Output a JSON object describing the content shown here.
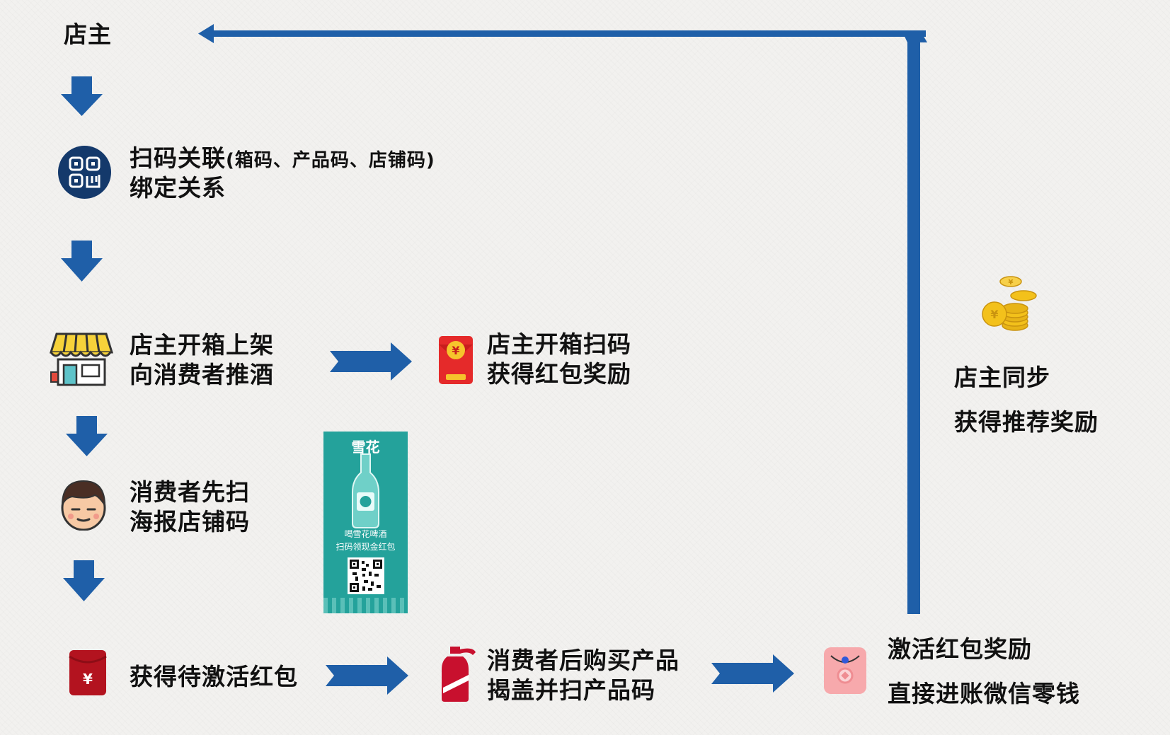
{
  "owner_label": "店主",
  "step_bind": {
    "line1": "扫码关联",
    "line1_suffix": "(箱码、产品码、店铺码)",
    "line2": "绑定关系"
  },
  "step_shelf": {
    "line1": "店主开箱上架",
    "line2": "向消费者推酒"
  },
  "step_owner_reward": {
    "line1": "店主开箱扫码",
    "line2": "获得红包奖励"
  },
  "step_consumer_scan": {
    "line1": "消费者先扫",
    "line2": "海报店铺码"
  },
  "step_pending": {
    "line1": "获得待激活红包"
  },
  "step_buy": {
    "line1": "消费者后购买产品",
    "line2": "揭盖并扫产品码"
  },
  "step_activate": {
    "line1": "激活红包奖励",
    "line2": "直接进账微信零钱"
  },
  "step_sync": {
    "line1": "店主同步",
    "line2": "获得推荐奖励"
  },
  "poster": {
    "brand": "雪花",
    "line1": "喝雪花啤酒",
    "line2": "扫码领现金红包"
  },
  "icons": {
    "qr": "qr-code-icon",
    "shop": "shop-icon",
    "red_packet": "red-packet-icon",
    "face": "consumer-face-icon",
    "envelope": "red-envelope-icon",
    "bottle": "liquor-bottle-icon",
    "pink_packet": "pink-red-packet-icon",
    "coins": "gold-coins-icon"
  },
  "colors": {
    "arrow": "#1f5fa8",
    "arrow_dark": "#1a4f93",
    "navy": "#14396b",
    "red": "#c8102e",
    "teal": "#24a29b",
    "gold": "#f3c11b"
  }
}
